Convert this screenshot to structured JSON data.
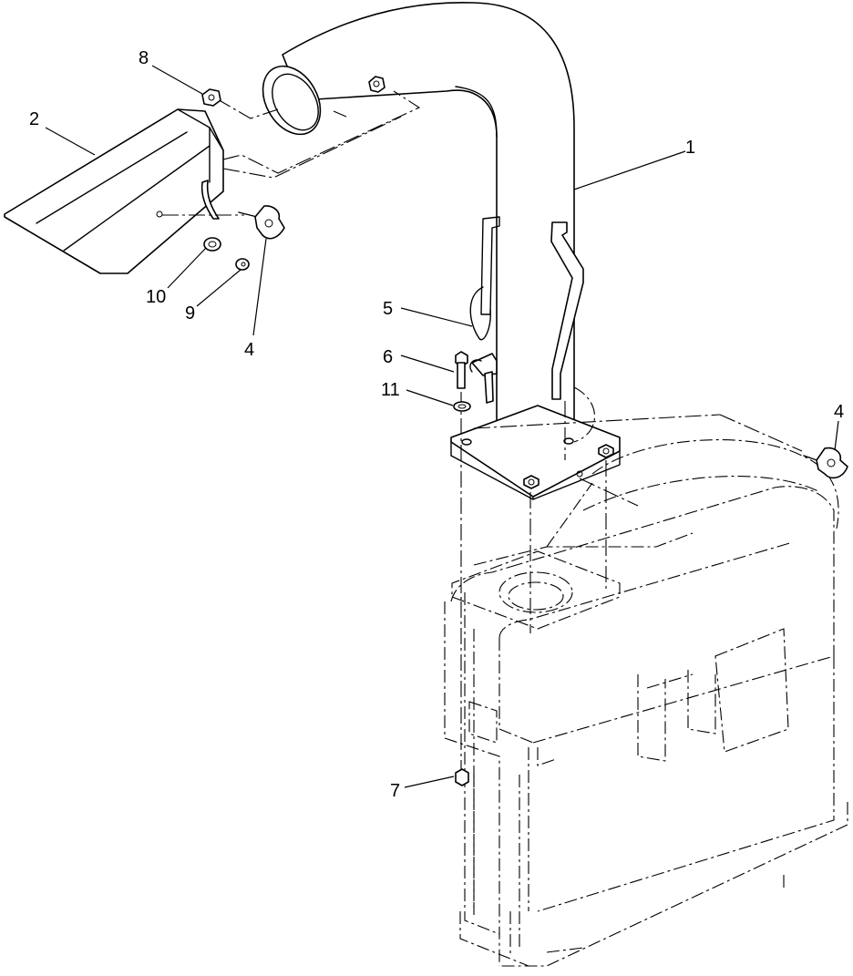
{
  "diagram": {
    "type": "exploded-parts-view",
    "callouts": [
      {
        "id": "c1",
        "text": "1"
      },
      {
        "id": "c2",
        "text": "2"
      },
      {
        "id": "c4a",
        "text": "4"
      },
      {
        "id": "c4b",
        "text": "4"
      },
      {
        "id": "c5",
        "text": "5"
      },
      {
        "id": "c6",
        "text": "6"
      },
      {
        "id": "c7",
        "text": "7"
      },
      {
        "id": "c8",
        "text": "8"
      },
      {
        "id": "c9",
        "text": "9"
      },
      {
        "id": "c10",
        "text": "10"
      },
      {
        "id": "c11",
        "text": "11"
      }
    ]
  }
}
